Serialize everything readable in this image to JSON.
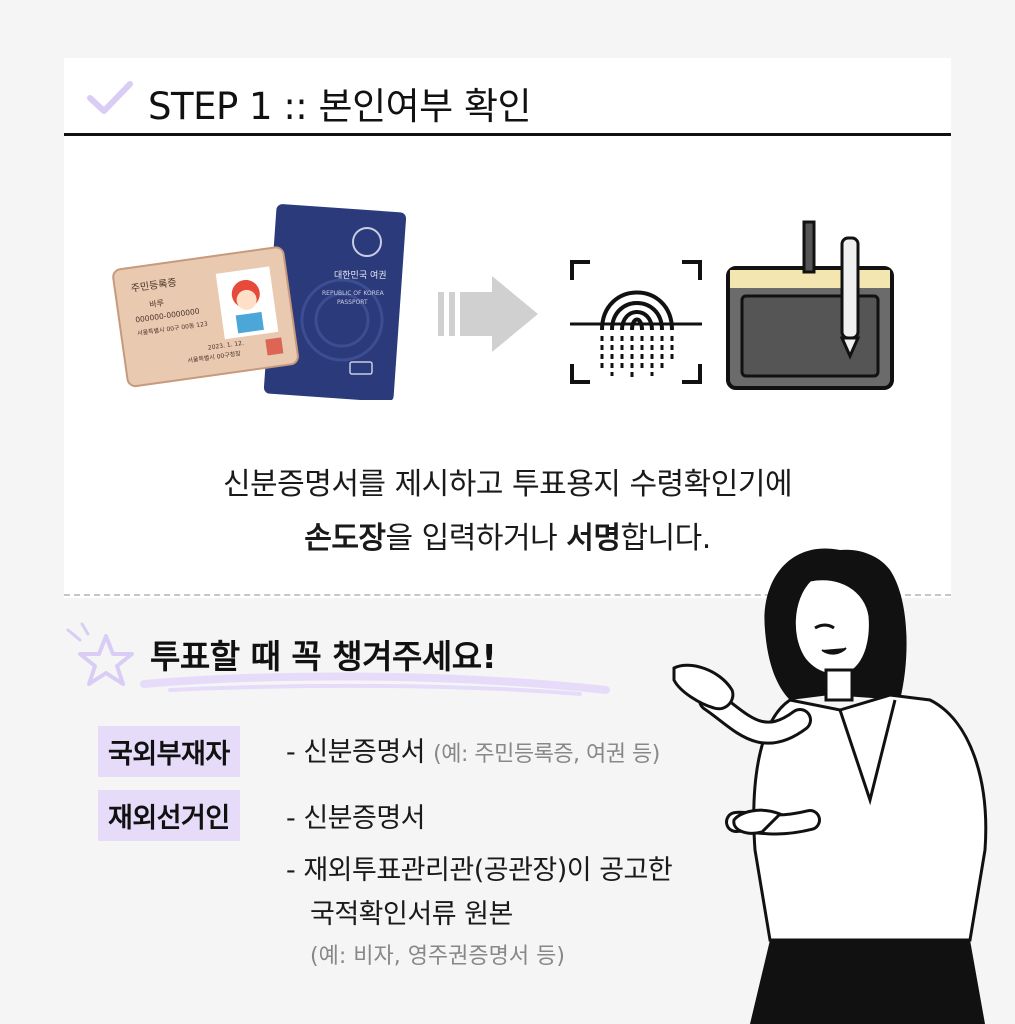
{
  "step": {
    "title": "STEP 1 :: 본인여부 확인"
  },
  "description": {
    "line1": "신분증명서를 제시하고 투표용지 수령확인기에",
    "line2_bold1": "손도장",
    "line2_mid": "을 입력하거나 ",
    "line2_bold2": "서명",
    "line2_end": "합니다."
  },
  "id_card": {
    "title": "주민등록증",
    "name": "바루",
    "number": "000000-0000000",
    "address": "서울특별시 00구 00동 123",
    "date": "2023. 1. 12.",
    "issuer": "서울특별시 00구청장"
  },
  "passport": {
    "korean": "대한민국 여권",
    "english1": "REPUBLIC OF KOREA",
    "english2": "PASSPORT"
  },
  "tips": {
    "title": "투표할 때 꼭 챙겨주세요!",
    "group1_tag": "국외부재자",
    "group1_item": "- 신분증명서",
    "group1_example": "(예: 주민등록증, 여권 등)",
    "group2_tag": "재외선거인",
    "group2_item1": "- 신분증명서",
    "group2_item2_line1": "- 재외투표관리관(공관장)이 공고한",
    "group2_item2_line2": "국적확인서류 원본",
    "group2_example": "(예: 비자, 영주권증명서 등)"
  },
  "colors": {
    "accent_purple": "#e6dcfa",
    "check_purple": "#d9cdf5",
    "passport_blue": "#2b3a7a",
    "tablet_yellow": "#f3e6b0"
  },
  "icons": [
    "check-icon",
    "arrow-right-icon",
    "fingerprint-scan-icon",
    "signature-tablet-icon",
    "sparkle-star-icon"
  ]
}
